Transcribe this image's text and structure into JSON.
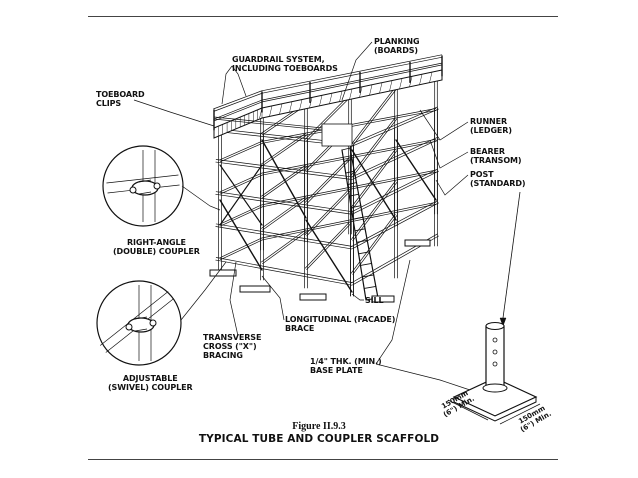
{
  "labels": {
    "planking": [
      "PLANKING",
      "(BOARDS)"
    ],
    "guardrail": [
      "GUARDRAIL SYSTEM,",
      "INCLUDING TOEBOARDS"
    ],
    "toeboard": [
      "TOEBOARD",
      "CLIPS"
    ],
    "runner": [
      "RUNNER",
      "(LEDGER)"
    ],
    "bearer": [
      "BEARER",
      "(TRANSOM)"
    ],
    "post": [
      "POST",
      "(STANDARD)"
    ],
    "right_angle": [
      "RIGHT-ANGLE",
      "(DOUBLE) COUPLER"
    ],
    "sill": [
      "SILL"
    ],
    "longitudinal": [
      "LONGITUDINAL (FACADE)",
      "BRACE"
    ],
    "transverse": [
      "TRANSVERSE",
      "CROSS (\"X\")",
      "BRACING"
    ],
    "adjustable": [
      "ADJUSTABLE",
      "(SWIVEL) COUPLER"
    ],
    "base_plate": [
      "1/4\" THK. (Min.)",
      "BASE PLATE"
    ]
  },
  "dimensions": {
    "left": [
      "150mm",
      "(6\") Min."
    ],
    "right": [
      "150mm",
      "(6\") Min."
    ]
  },
  "figure_number": "Figure II.9.3",
  "figure_title": "TYPICAL TUBE AND COUPLER SCAFFOLD",
  "colors": {
    "ink": "#111111",
    "rule": "#444444",
    "background": "#ffffff"
  }
}
